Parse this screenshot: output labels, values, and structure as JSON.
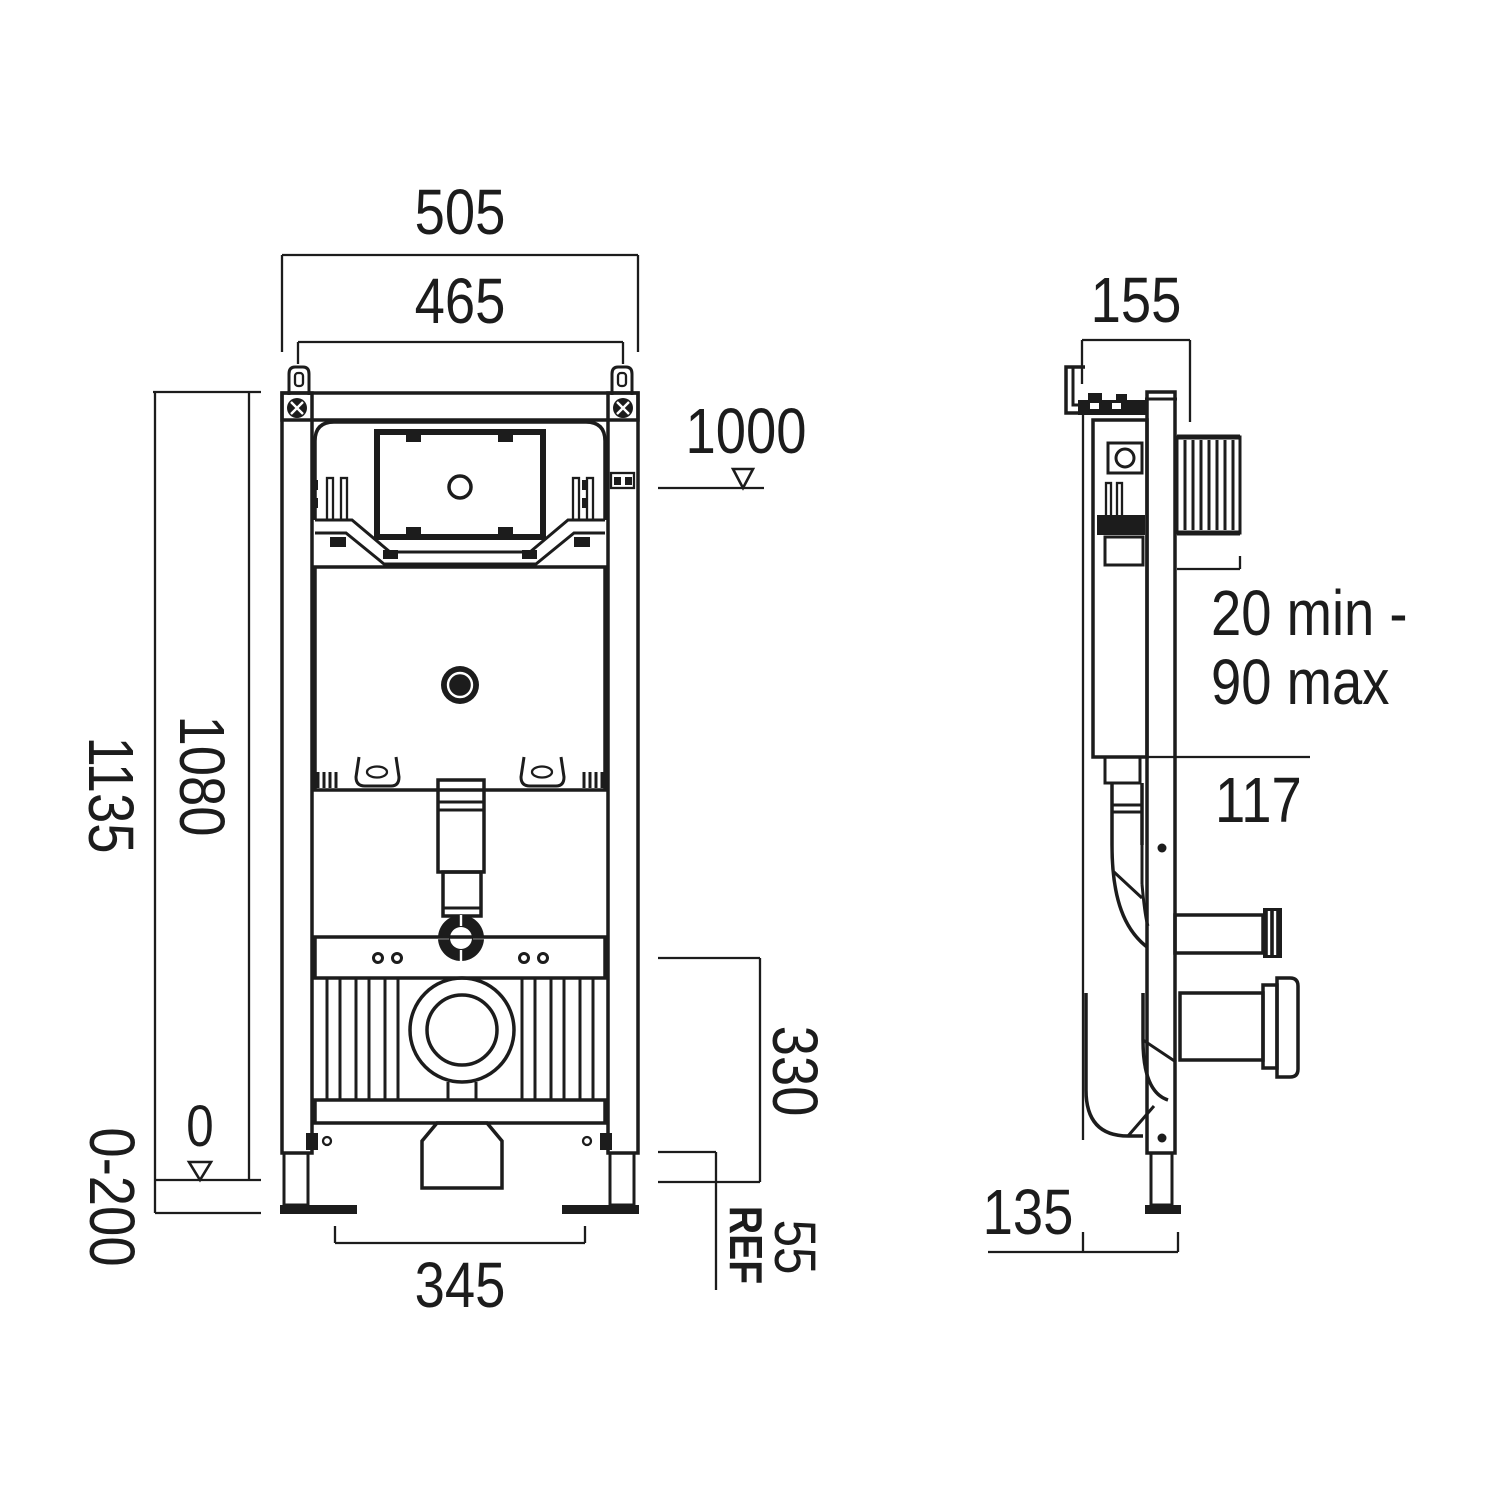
{
  "drawing": {
    "type": "technical installation drawing, wall-hung WC frame, front and side views",
    "line_color": "#1c1c1c",
    "background_color": "#ffffff"
  },
  "front_view": {
    "dim_overall_width": "505",
    "dim_hanger_width": "465",
    "dim_flush_plate_height": "1000",
    "dim_total_height": "1135",
    "dim_frame_height": "1080",
    "dim_floor_zero": "0",
    "dim_leg_adjustment": "0-200",
    "dim_base_width": "345",
    "dim_outlet_bracket_height": "330",
    "dim_ref_offset": "55",
    "ref_label": "REF"
  },
  "side_view": {
    "dim_frame_depth": "155",
    "wall_finish_note_line1": "20 min -",
    "wall_finish_note_line2": "90 max",
    "dim_cistern_bottom_offset": "117",
    "dim_base_depth": "135"
  }
}
